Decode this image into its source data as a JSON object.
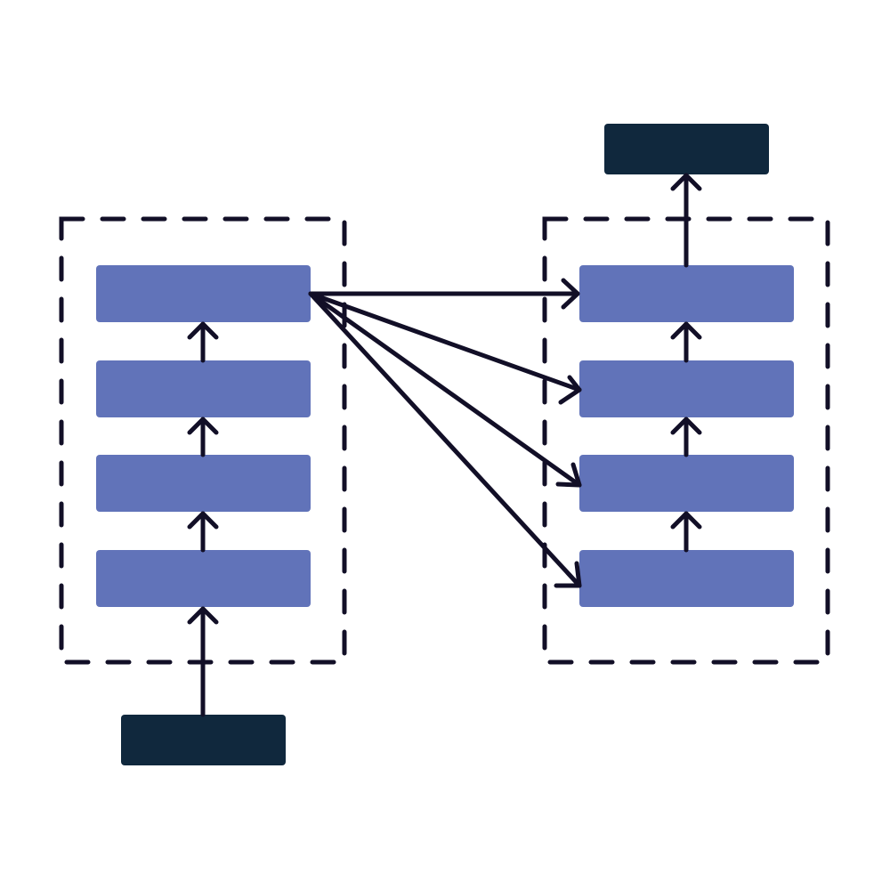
{
  "diagram": {
    "description_free": true,
    "colors": {
      "background": "#ffffff",
      "layer_fill": "#6173b9",
      "io_fill": "#10283d",
      "stroke": "#120f27"
    },
    "groups": [
      {
        "id": "left-stack",
        "layers": 4
      },
      {
        "id": "right-stack",
        "layers": 4
      }
    ],
    "io_blocks": [
      {
        "id": "left-input"
      },
      {
        "id": "right-output"
      }
    ],
    "connections": [
      {
        "from": "left-input",
        "to": "left-layer-1"
      },
      {
        "from": "left-layer-1",
        "to": "left-layer-2"
      },
      {
        "from": "left-layer-2",
        "to": "left-layer-3"
      },
      {
        "from": "left-layer-3",
        "to": "left-layer-4"
      },
      {
        "from": "left-layer-4",
        "to": "right-layer-4"
      },
      {
        "from": "left-layer-4",
        "to": "right-layer-3"
      },
      {
        "from": "left-layer-4",
        "to": "right-layer-2"
      },
      {
        "from": "left-layer-4",
        "to": "right-layer-1"
      },
      {
        "from": "right-layer-1",
        "to": "right-layer-2"
      },
      {
        "from": "right-layer-2",
        "to": "right-layer-3"
      },
      {
        "from": "right-layer-3",
        "to": "right-layer-4"
      },
      {
        "from": "right-layer-4",
        "to": "right-output"
      }
    ]
  }
}
